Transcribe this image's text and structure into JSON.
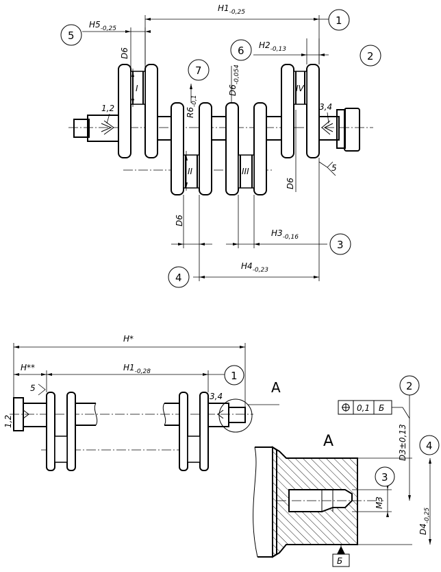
{
  "callouts": {
    "c1": "1",
    "c2": "2",
    "c3": "3",
    "c4": "4",
    "c5": "5",
    "c6": "6",
    "c7": "7",
    "d1": "1",
    "d2": "2",
    "d3": "3",
    "d4": "4"
  },
  "top_view": {
    "H1": {
      "main": "H1",
      "tol": "-0,25"
    },
    "H2": {
      "main": "H2",
      "tol": "-0,13"
    },
    "H3": {
      "main": "H3",
      "tol": "-0,16"
    },
    "H4": {
      "main": "H4",
      "tol": "-0,23"
    },
    "H5": {
      "main": "H5",
      "tol": "-0,25"
    },
    "R6": {
      "main": "R6",
      "tol": "-0,1"
    },
    "D6_a": "D6",
    "D6_b": {
      "main": "D6",
      "tol": "-0,054"
    },
    "D6_c": "D6",
    "D6_d": "D6",
    "surface_left": "1,2",
    "surface_right": "3,4",
    "face_five": "5",
    "journals": [
      "I",
      "II",
      "III",
      "IV"
    ]
  },
  "bottom_view": {
    "H_star": "H*",
    "H_dstar": "H**",
    "H1": {
      "main": "H1",
      "tol": "-0,28"
    },
    "surface_left": "1,2",
    "surface_right": "3,4",
    "face_five": "5",
    "detail_ref": "A",
    "detail_title": "A"
  },
  "detail": {
    "gdt_value": "0,1",
    "gdt_datum": "Б",
    "D3": "D3±0,13",
    "D4": {
      "main": "D4",
      "tol": "-0,25"
    },
    "M3": "M3",
    "datum": "Б"
  }
}
